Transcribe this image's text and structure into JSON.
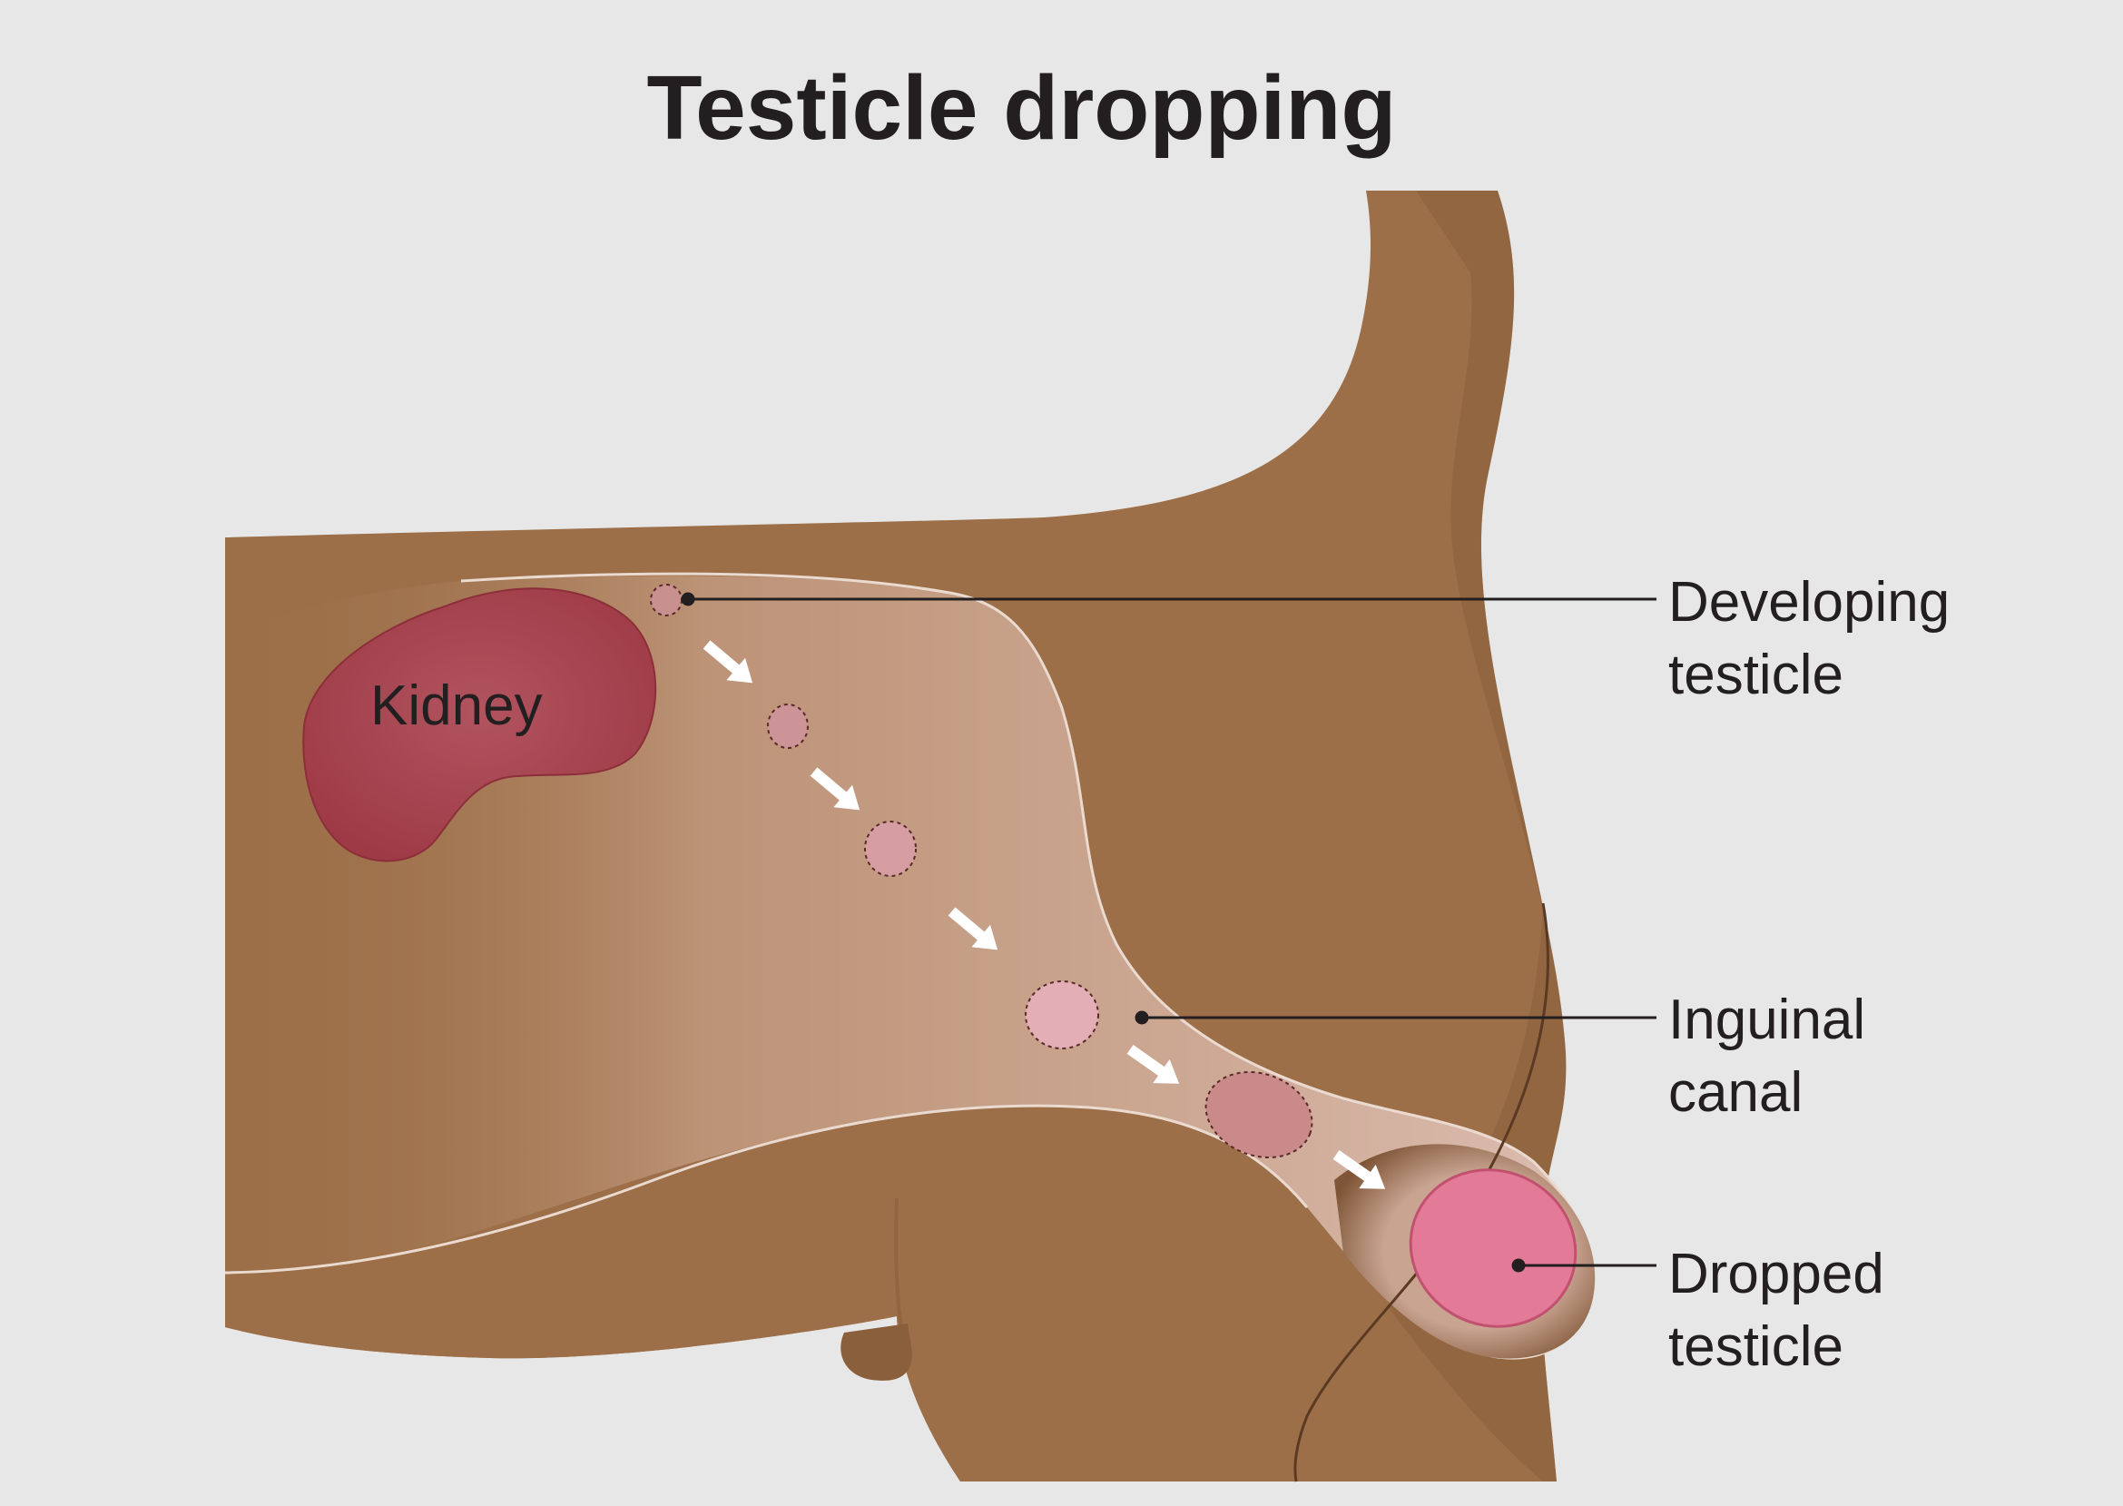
{
  "title": "Testicle dropping",
  "colors": {
    "background": "#e6e7e6",
    "body": "#9c6f48",
    "body_dark": "#8a5f3c",
    "canal": "#d8b4a4",
    "kidney": "#a8434f",
    "testicle_dropped": "#e37a98",
    "testicle_stage": "#d59aa0",
    "arrow": "#ffffff",
    "leader": "#231f20"
  },
  "labels": {
    "kidney": "Kidney",
    "developing": [
      "Developing",
      "testicle"
    ],
    "inguinal": [
      "Inguinal",
      "canal"
    ],
    "dropped": [
      "Dropped",
      "testicle"
    ]
  }
}
